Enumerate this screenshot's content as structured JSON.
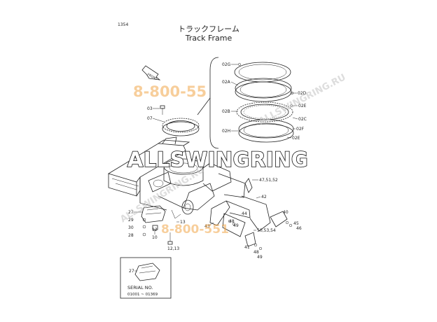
{
  "page_number": "1354",
  "title_jp": "トラックフレーム",
  "title_en": "Track Frame",
  "banner": "ALLSWINGRING",
  "watermark_phone_top": "8-800-55",
  "watermark_phone_bottom": "8-800-551",
  "watermark_site": "ALLSWINGRING.RU",
  "front_arrow_label": "FRONT",
  "serial_box": {
    "part_label": "27",
    "serial_title": "SERIAL NO.",
    "serial_range": "01001 ~ 01369"
  },
  "callouts": {
    "c02G_top": "02G",
    "c02A": "02A",
    "c02D": "02D",
    "c02B": "02B",
    "c02E_r1": "02E",
    "c02C": "02C",
    "c02H": "02H",
    "c02F": "02F",
    "c02E_r2": "02E",
    "c03": "03",
    "c07": "07",
    "c47": "47,51,52",
    "c42": "42",
    "c44": "44",
    "c40": "40",
    "c45": "45",
    "c46": "46",
    "c48a": "48",
    "c49a": "49",
    "c43": "43",
    "c50": "50,53,54",
    "c41": "41",
    "c48b": "48",
    "c49b": "49",
    "c27": "27",
    "c29": "29",
    "c30": "30",
    "c28": "28",
    "c12": "12",
    "c10": "10",
    "c13": "13",
    "c1213": "12,13"
  }
}
